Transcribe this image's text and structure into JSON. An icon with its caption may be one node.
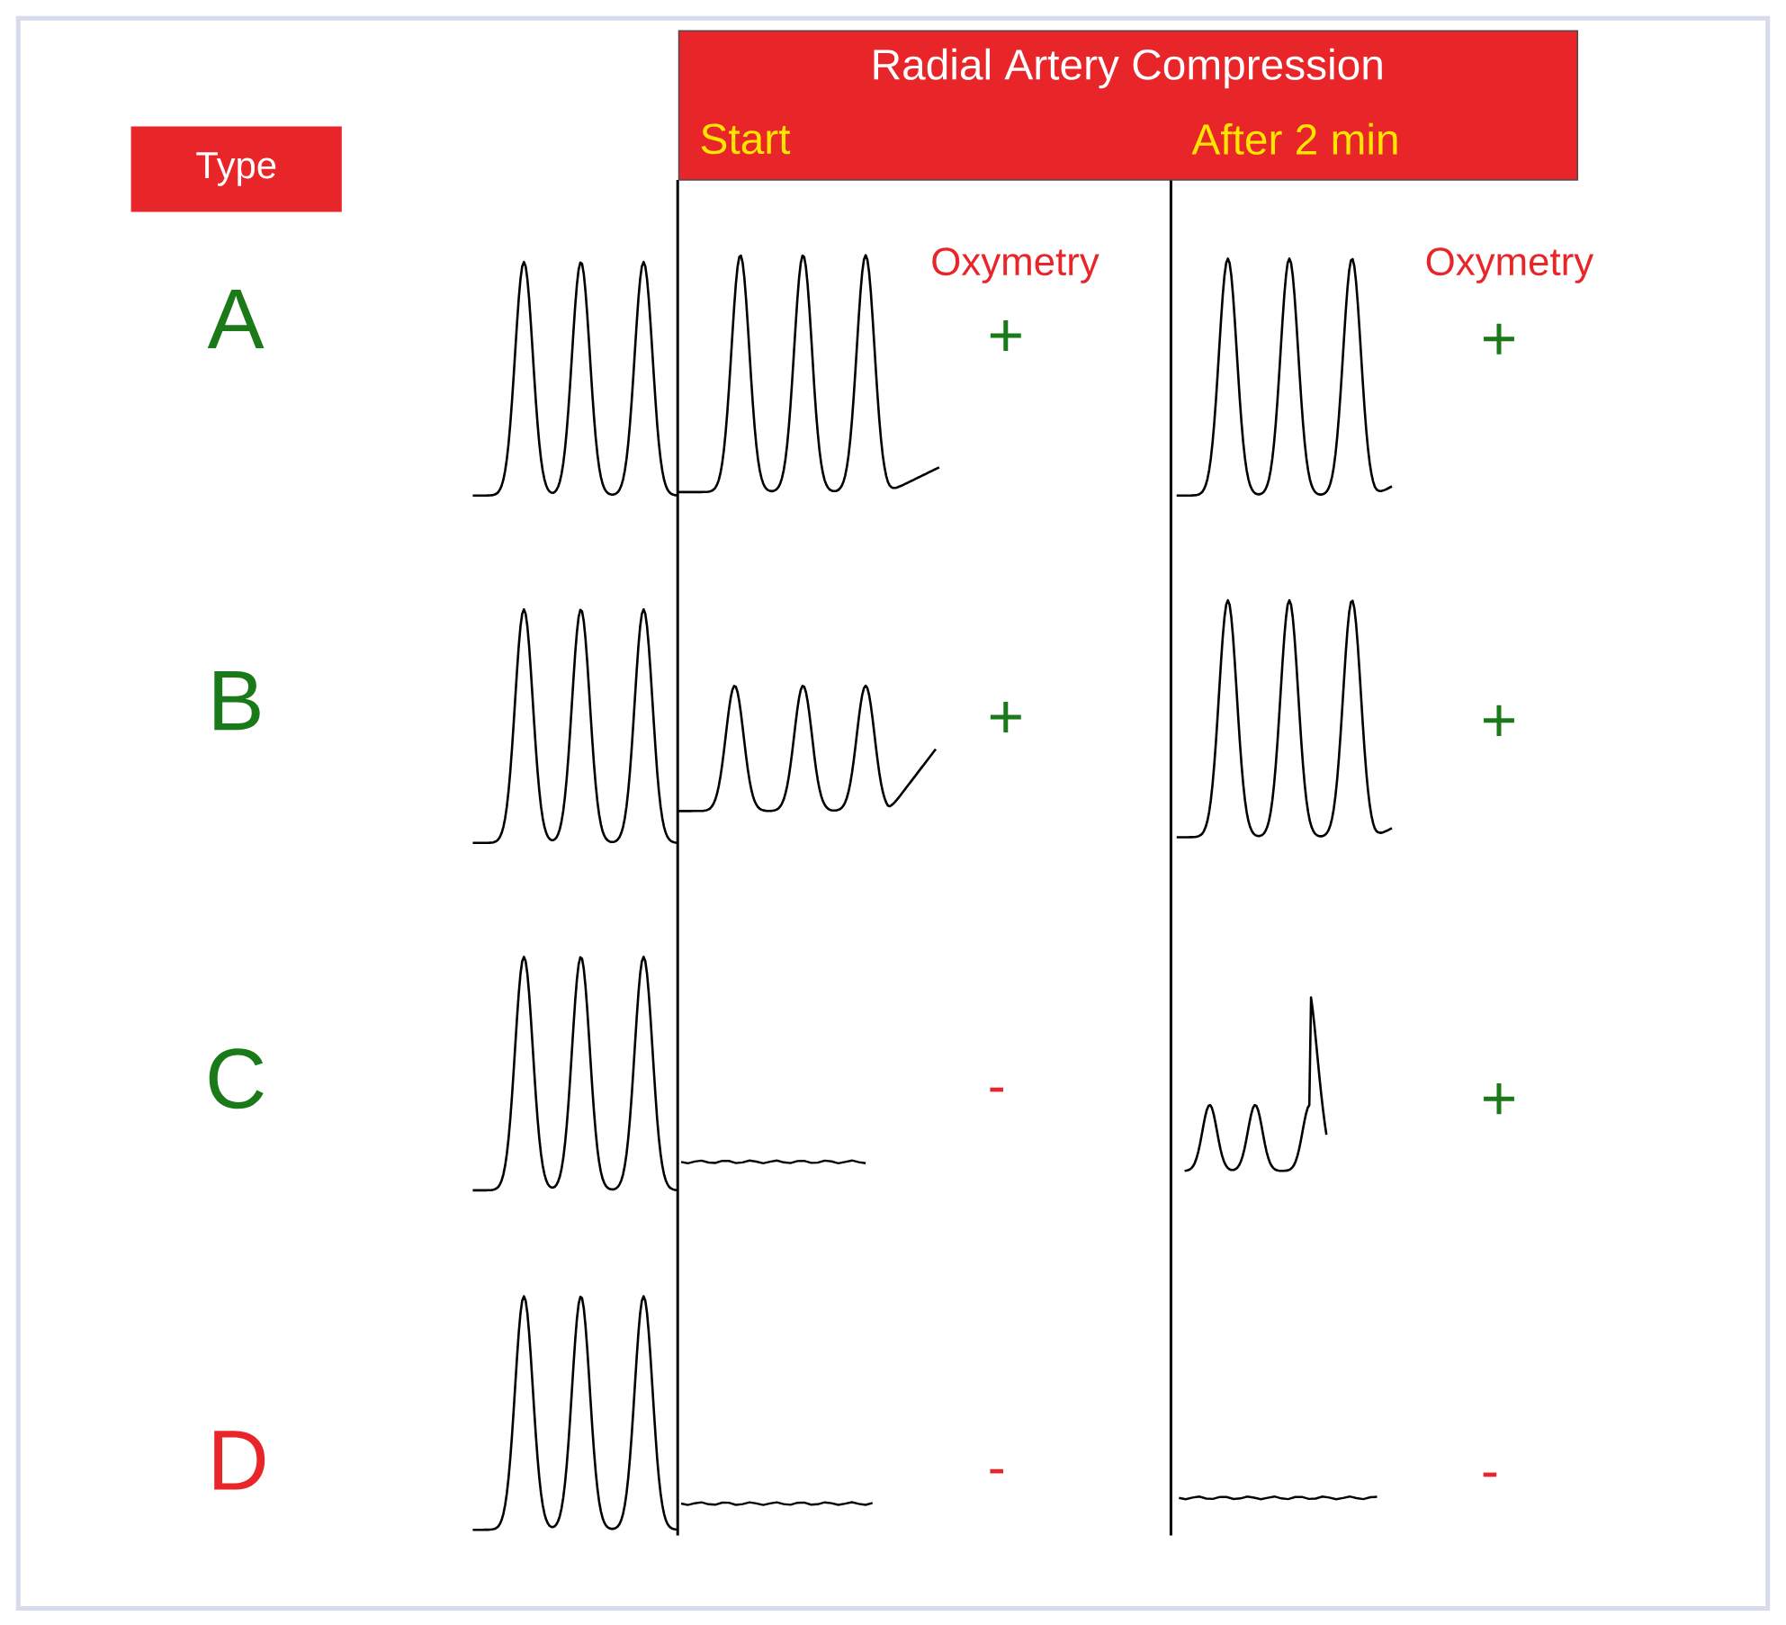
{
  "diagram": {
    "nodes": [
      {
        "text": [
          "Type"
        ]
      },
      {
        "text": [
          "Radial Artery Compression",
          "Start",
          "After 2 min"
        ]
      }
    ],
    "labels": [
      "Oxymetry",
      "Oxymetry",
      "A",
      "+",
      "+",
      "B",
      "+",
      "+",
      "C",
      "-",
      "+",
      "D",
      "-",
      "-"
    ]
  }
}
